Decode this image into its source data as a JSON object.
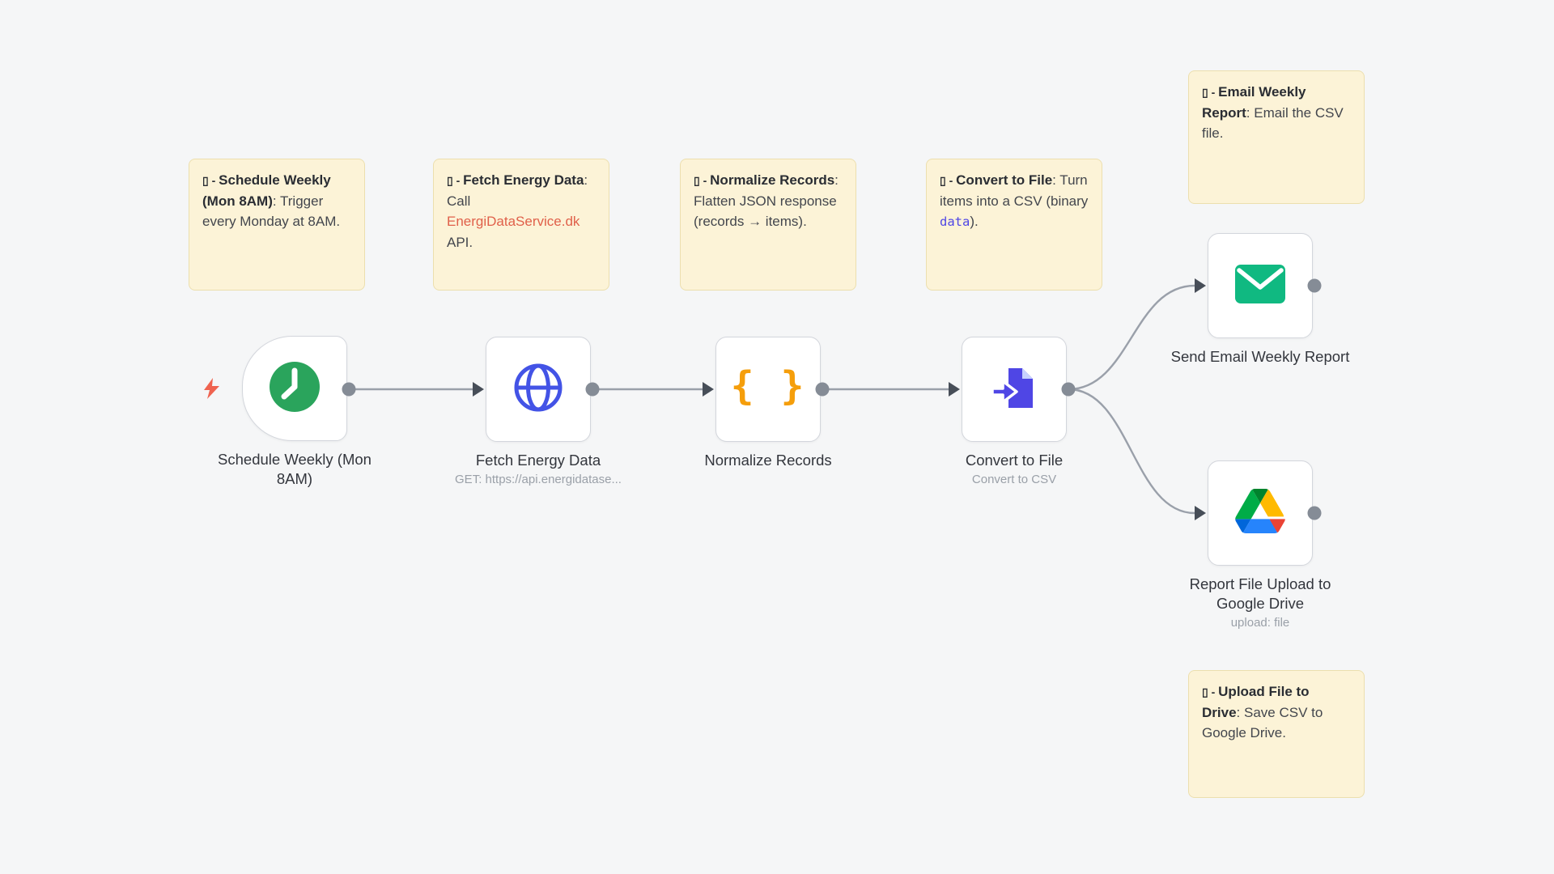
{
  "app": {
    "name": "workflow-canvas"
  },
  "colors": {
    "canvas_bg": "#f5f6f7",
    "note_bg": "#fcf3d7",
    "note_border": "#ecdfae",
    "node_border": "#d3d6dc",
    "wire_gray": "#9aa0aa",
    "port_gray": "#858c96",
    "input_port_dark": "#474e58",
    "trigger_green": "#2aa45c",
    "http_blue": "#4353e6",
    "braces_orange": "#f59e0b",
    "file_indigo": "#4f46e5",
    "email_green": "#10b981",
    "bolt_coral": "#ef6350",
    "link_red": "#e0604a",
    "code_indigo": "#4f46e5"
  },
  "icons": {
    "braces": "{ }",
    "clock": "clock-icon",
    "globe": "globe-icon",
    "file_arrow": "file-convert-icon",
    "envelope": "envelope-icon",
    "gdrive": "google-drive-icon",
    "bolt": "lightning-bolt-icon",
    "note_glyph": "▯ - "
  },
  "notes": [
    {
      "glyph": "▯ - ",
      "title": "Schedule Weekly (Mon 8AM)",
      "body": ": Trigger every Monday at 8AM."
    },
    {
      "glyph": "▯ - ",
      "title": "Fetch Energy Data",
      "body_pre": ": Call ",
      "link": "EnergiDataService.dk",
      "body_post": " API."
    },
    {
      "glyph": "▯ - ",
      "title": "Normalize Records",
      "body": ": Flatten JSON response (records → items)."
    },
    {
      "glyph": "▯ - ",
      "title": "Convert to File",
      "body_pre": ": Turn items into a CSV (binary ",
      "code": "data",
      "body_post": ")."
    },
    {
      "glyph": "▯ - ",
      "title": "Email Weekly Report",
      "body": ": Email the CSV file."
    },
    {
      "glyph": "▯ - ",
      "title": "Upload File to Drive",
      "body": ": Save CSV to Google Drive."
    }
  ],
  "nodes": [
    {
      "label": "Schedule Weekly (Mon 8AM)",
      "sublabel": ""
    },
    {
      "label": "Fetch Energy Data",
      "sublabel": "GET: https://api.energidatase..."
    },
    {
      "label": "Normalize Records",
      "sublabel": ""
    },
    {
      "label": "Convert to File",
      "sublabel": "Convert to CSV"
    },
    {
      "label": "Send Email Weekly Report",
      "sublabel": ""
    },
    {
      "label": "Report File Upload to Google Drive",
      "sublabel": "upload: file"
    }
  ]
}
